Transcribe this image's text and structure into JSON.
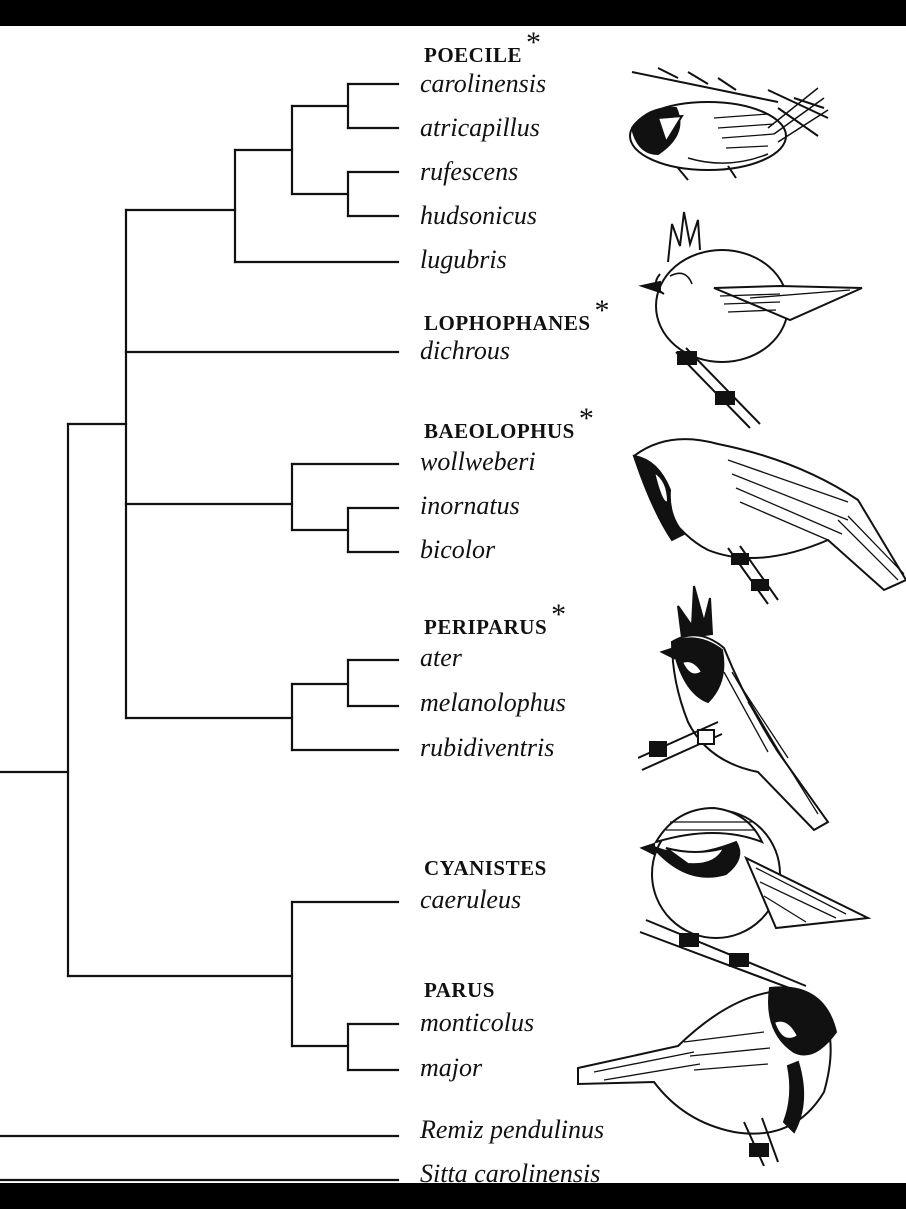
{
  "groups": {
    "poecile": {
      "genus": "POECILE",
      "star": "*",
      "species": [
        "carolinensis",
        "atricapillus",
        "rufescens",
        "hudsonicus",
        "lugubris"
      ]
    },
    "lophophanes": {
      "genus": "LOPHOPHANES",
      "star": "*",
      "species": [
        "dichrous"
      ]
    },
    "baeolophus": {
      "genus": "BAEOLOPHUS",
      "star": "*",
      "species": [
        "wollweberi",
        "inornatus",
        "bicolor"
      ]
    },
    "periparus": {
      "genus": "PERIPARUS",
      "star": "*",
      "species": [
        "ater",
        "melanolophus",
        "rubidiventris"
      ]
    },
    "cyanistes": {
      "genus": "CYANISTES",
      "species": [
        "caeruleus"
      ]
    },
    "parus": {
      "genus": "PARUS",
      "species": [
        "monticolus",
        "major"
      ]
    }
  },
  "outgroups": [
    "Remiz pendulinus",
    "Sitta carolinensis"
  ],
  "colors": {
    "line": "#111111",
    "background": "#ffffff",
    "frame": "#000000"
  },
  "illustrations": [
    "chickadee-bird-icon",
    "crested-tit-bird-icon",
    "titmouse-bird-icon",
    "coal-tit-bird-icon",
    "blue-tit-bird-icon",
    "great-tit-bird-icon"
  ]
}
